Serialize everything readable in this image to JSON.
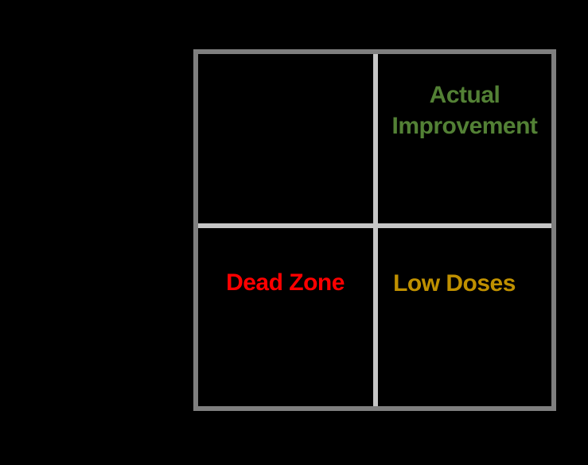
{
  "canvas": {
    "background_color": "#000000"
  },
  "diagram": {
    "type": "2x2-quadrant-matrix",
    "border_color": "#7F7F7F",
    "divider_color": "#C6C6C6",
    "quadrants": [
      {
        "position": "top-left",
        "label": "",
        "color": "#000000"
      },
      {
        "position": "top-right",
        "label": "Actual Improvement",
        "color": "#538135"
      },
      {
        "position": "bottom-left",
        "label": "Dead Zone",
        "color": "#FF0000"
      },
      {
        "position": "bottom-right",
        "label": "Low Doses",
        "color": "#BF9000"
      }
    ]
  }
}
